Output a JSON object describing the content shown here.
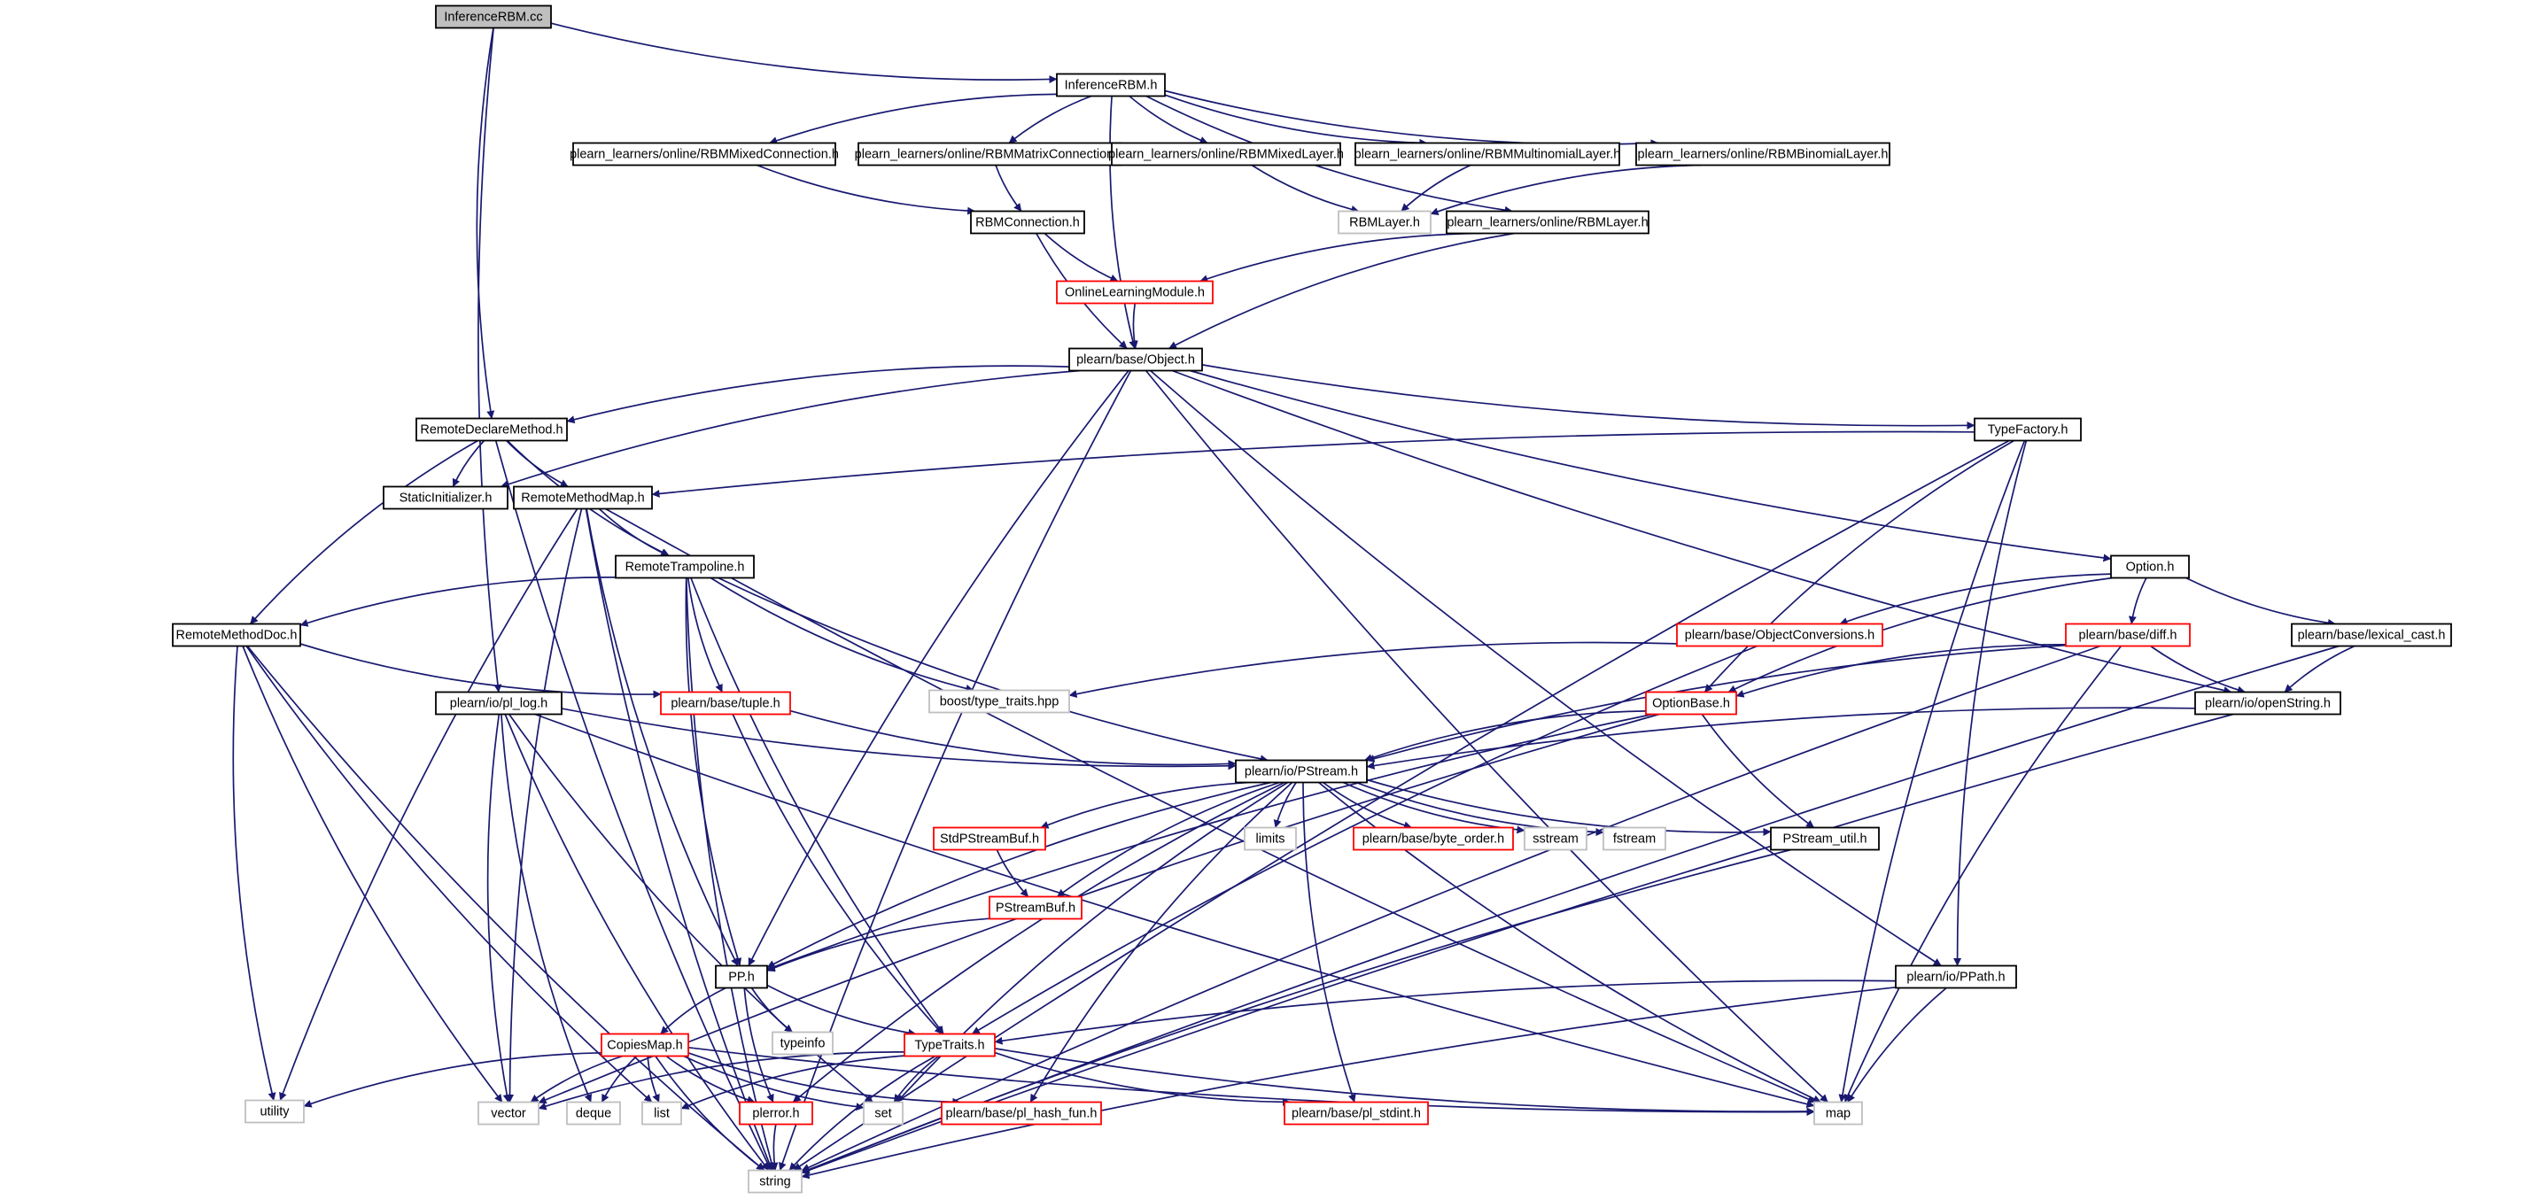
{
  "colors": {
    "edge": "#191970",
    "border_default": "#000000",
    "border_truncated": "#ff0000",
    "border_external": "#bfbfbf",
    "fill_default": "#ffffff",
    "fill_root": "#bfbfbf"
  },
  "nodes": [
    {
      "id": "InferenceRBM.cc",
      "label": "InferenceRBM.cc",
      "kind": "root"
    },
    {
      "id": "InferenceRBM.h",
      "label": "InferenceRBM.h",
      "kind": "default"
    },
    {
      "id": "RBMMixedConnection.h",
      "label": "plearn_learners/online/RBMMixedConnection.h",
      "kind": "default"
    },
    {
      "id": "RBMMatrixConnection.h",
      "label": "plearn_learners/online/RBMMatrixConnection.h",
      "kind": "default"
    },
    {
      "id": "RBMMixedLayer.h",
      "label": "plearn_learners/online/RBMMixedLayer.h",
      "kind": "default"
    },
    {
      "id": "RBMMultinomialLayer.h",
      "label": "plearn_learners/online/RBMMultinomialLayer.h",
      "kind": "default"
    },
    {
      "id": "RBMBinomialLayer.h",
      "label": "plearn_learners/online/RBMBinomialLayer.h",
      "kind": "default"
    },
    {
      "id": "RBMLayer.h",
      "label": "RBMLayer.h",
      "kind": "external"
    },
    {
      "id": "RBMConnection.h",
      "label": "RBMConnection.h",
      "kind": "default"
    },
    {
      "id": "online_RBMLayer.h",
      "label": "plearn_learners/online/RBMLayer.h",
      "kind": "default"
    },
    {
      "id": "OnlineLearningModule.h",
      "label": "OnlineLearningModule.h",
      "kind": "truncated"
    },
    {
      "id": "Object.h",
      "label": "plearn/base/Object.h",
      "kind": "default"
    },
    {
      "id": "RemoteDeclareMethod.h",
      "label": "RemoteDeclareMethod.h",
      "kind": "default"
    },
    {
      "id": "TypeFactory.h",
      "label": "TypeFactory.h",
      "kind": "default"
    },
    {
      "id": "StaticInitializer.h",
      "label": "StaticInitializer.h",
      "kind": "default"
    },
    {
      "id": "RemoteMethodMap.h",
      "label": "RemoteMethodMap.h",
      "kind": "default"
    },
    {
      "id": "RemoteTrampoline.h",
      "label": "RemoteTrampoline.h",
      "kind": "default"
    },
    {
      "id": "Option.h",
      "label": "Option.h",
      "kind": "default"
    },
    {
      "id": "RemoteMethodDoc.h",
      "label": "RemoteMethodDoc.h",
      "kind": "default"
    },
    {
      "id": "ObjectConversions.h",
      "label": "plearn/base/ObjectConversions.h",
      "kind": "truncated"
    },
    {
      "id": "diff.h",
      "label": "plearn/base/diff.h",
      "kind": "truncated"
    },
    {
      "id": "lexical_cast.h",
      "label": "plearn/base/lexical_cast.h",
      "kind": "default"
    },
    {
      "id": "boost_type_traits.hpp",
      "label": "boost/type_traits.hpp",
      "kind": "external"
    },
    {
      "id": "tuple.h",
      "label": "plearn/base/tuple.h",
      "kind": "truncated"
    },
    {
      "id": "pl_log.h",
      "label": "plearn/io/pl_log.h",
      "kind": "default"
    },
    {
      "id": "OptionBase.h",
      "label": "OptionBase.h",
      "kind": "truncated"
    },
    {
      "id": "openString.h",
      "label": "plearn/io/openString.h",
      "kind": "default"
    },
    {
      "id": "PStream.h",
      "label": "plearn/io/PStream.h",
      "kind": "default"
    },
    {
      "id": "StdPStreamBuf.h",
      "label": "StdPStreamBuf.h",
      "kind": "truncated"
    },
    {
      "id": "limits",
      "label": "limits",
      "kind": "external"
    },
    {
      "id": "byte_order.h",
      "label": "plearn/base/byte_order.h",
      "kind": "truncated"
    },
    {
      "id": "sstream",
      "label": "sstream",
      "kind": "external"
    },
    {
      "id": "fstream",
      "label": "fstream",
      "kind": "external"
    },
    {
      "id": "PStream_util.h",
      "label": "PStream_util.h",
      "kind": "default"
    },
    {
      "id": "PStreamBuf.h",
      "label": "PStreamBuf.h",
      "kind": "truncated"
    },
    {
      "id": "PP.h",
      "label": "PP.h",
      "kind": "default"
    },
    {
      "id": "PPath.h",
      "label": "plearn/io/PPath.h",
      "kind": "default"
    },
    {
      "id": "typeinfo",
      "label": "typeinfo",
      "kind": "external"
    },
    {
      "id": "CopiesMap.h",
      "label": "CopiesMap.h",
      "kind": "truncated"
    },
    {
      "id": "TypeTraits.h",
      "label": "TypeTraits.h",
      "kind": "truncated"
    },
    {
      "id": "utility",
      "label": "utility",
      "kind": "external"
    },
    {
      "id": "vector",
      "label": "vector",
      "kind": "external"
    },
    {
      "id": "deque",
      "label": "deque",
      "kind": "external"
    },
    {
      "id": "list",
      "label": "list",
      "kind": "external"
    },
    {
      "id": "plerror.h",
      "label": "plerror.h",
      "kind": "truncated"
    },
    {
      "id": "set",
      "label": "set",
      "kind": "external"
    },
    {
      "id": "pl_hash_fun.h",
      "label": "plearn/base/pl_hash_fun.h",
      "kind": "truncated"
    },
    {
      "id": "pl_stdint.h",
      "label": "plearn/base/pl_stdint.h",
      "kind": "truncated"
    },
    {
      "id": "map",
      "label": "map",
      "kind": "external"
    },
    {
      "id": "string",
      "label": "string",
      "kind": "external"
    }
  ],
  "edges": [
    [
      "InferenceRBM.cc",
      "InferenceRBM.h"
    ],
    [
      "InferenceRBM.cc",
      "RemoteDeclareMethod.h"
    ],
    [
      "InferenceRBM.cc",
      "pl_log.h"
    ],
    [
      "InferenceRBM.h",
      "RBMMixedConnection.h"
    ],
    [
      "InferenceRBM.h",
      "RBMMatrixConnection.h"
    ],
    [
      "InferenceRBM.h",
      "RBMMixedLayer.h"
    ],
    [
      "InferenceRBM.h",
      "RBMMultinomialLayer.h"
    ],
    [
      "InferenceRBM.h",
      "RBMBinomialLayer.h"
    ],
    [
      "InferenceRBM.h",
      "online_RBMLayer.h"
    ],
    [
      "InferenceRBM.h",
      "Object.h"
    ],
    [
      "RBMMixedConnection.h",
      "RBMConnection.h"
    ],
    [
      "RBMMatrixConnection.h",
      "RBMConnection.h"
    ],
    [
      "RBMMixedLayer.h",
      "RBMLayer.h"
    ],
    [
      "RBMMultinomialLayer.h",
      "RBMLayer.h"
    ],
    [
      "RBMBinomialLayer.h",
      "RBMLayer.h"
    ],
    [
      "RBMConnection.h",
      "OnlineLearningModule.h"
    ],
    [
      "RBMConnection.h",
      "Object.h"
    ],
    [
      "online_RBMLayer.h",
      "OnlineLearningModule.h"
    ],
    [
      "online_RBMLayer.h",
      "Object.h"
    ],
    [
      "OnlineLearningModule.h",
      "Object.h"
    ],
    [
      "Object.h",
      "RemoteDeclareMethod.h"
    ],
    [
      "Object.h",
      "StaticInitializer.h"
    ],
    [
      "Object.h",
      "TypeFactory.h"
    ],
    [
      "Object.h",
      "Option.h"
    ],
    [
      "Object.h",
      "openString.h"
    ],
    [
      "Object.h",
      "PPath.h"
    ],
    [
      "Object.h",
      "PP.h"
    ],
    [
      "Object.h",
      "map"
    ],
    [
      "Object.h",
      "string"
    ],
    [
      "RemoteDeclareMethod.h",
      "StaticInitializer.h"
    ],
    [
      "RemoteDeclareMethod.h",
      "RemoteMethodMap.h"
    ],
    [
      "RemoteDeclareMethod.h",
      "RemoteTrampoline.h"
    ],
    [
      "RemoteDeclareMethod.h",
      "RemoteMethodDoc.h"
    ],
    [
      "RemoteDeclareMethod.h",
      "string"
    ],
    [
      "TypeFactory.h",
      "RemoteMethodMap.h"
    ],
    [
      "TypeFactory.h",
      "OptionBase.h"
    ],
    [
      "TypeFactory.h",
      "PPath.h"
    ],
    [
      "TypeFactory.h",
      "map"
    ],
    [
      "TypeFactory.h",
      "string"
    ],
    [
      "RemoteMethodMap.h",
      "RemoteTrampoline.h"
    ],
    [
      "RemoteMethodMap.h",
      "PP.h"
    ],
    [
      "RemoteMethodMap.h",
      "utility"
    ],
    [
      "RemoteMethodMap.h",
      "vector"
    ],
    [
      "RemoteMethodMap.h",
      "map"
    ],
    [
      "RemoteMethodMap.h",
      "string"
    ],
    [
      "RemoteTrampoline.h",
      "RemoteMethodDoc.h"
    ],
    [
      "RemoteTrampoline.h",
      "tuple.h"
    ],
    [
      "RemoteTrampoline.h",
      "boost_type_traits.hpp"
    ],
    [
      "RemoteTrampoline.h",
      "PStream.h"
    ],
    [
      "RemoteTrampoline.h",
      "PP.h"
    ],
    [
      "RemoteTrampoline.h",
      "TypeTraits.h"
    ],
    [
      "RemoteTrampoline.h",
      "string"
    ],
    [
      "RemoteMethodDoc.h",
      "tuple.h"
    ],
    [
      "RemoteMethodDoc.h",
      "list"
    ],
    [
      "RemoteMethodDoc.h",
      "vector"
    ],
    [
      "RemoteMethodDoc.h",
      "utility"
    ],
    [
      "RemoteMethodDoc.h",
      "string"
    ],
    [
      "Option.h",
      "ObjectConversions.h"
    ],
    [
      "Option.h",
      "diff.h"
    ],
    [
      "Option.h",
      "lexical_cast.h"
    ],
    [
      "Option.h",
      "OptionBase.h"
    ],
    [
      "ObjectConversions.h",
      "boost_type_traits.hpp"
    ],
    [
      "ObjectConversions.h",
      "TypeTraits.h"
    ],
    [
      "diff.h",
      "OptionBase.h"
    ],
    [
      "diff.h",
      "openString.h"
    ],
    [
      "diff.h",
      "PStream.h"
    ],
    [
      "diff.h",
      "map"
    ],
    [
      "diff.h",
      "string"
    ],
    [
      "lexical_cast.h",
      "openString.h"
    ],
    [
      "lexical_cast.h",
      "string"
    ],
    [
      "tuple.h",
      "PStream.h"
    ],
    [
      "tuple.h",
      "TypeTraits.h"
    ],
    [
      "pl_log.h",
      "PStream.h"
    ],
    [
      "pl_log.h",
      "map"
    ],
    [
      "pl_log.h",
      "vector"
    ],
    [
      "pl_log.h",
      "deque"
    ],
    [
      "pl_log.h",
      "set"
    ],
    [
      "pl_log.h",
      "string"
    ],
    [
      "OptionBase.h",
      "PStream.h"
    ],
    [
      "OptionBase.h",
      "PStream_util.h"
    ],
    [
      "OptionBase.h",
      "PP.h"
    ],
    [
      "OptionBase.h",
      "vector"
    ],
    [
      "openString.h",
      "PStream.h"
    ],
    [
      "openString.h",
      "string"
    ],
    [
      "PStream.h",
      "StdPStreamBuf.h"
    ],
    [
      "PStream.h",
      "limits"
    ],
    [
      "PStream.h",
      "byte_order.h"
    ],
    [
      "PStream.h",
      "sstream"
    ],
    [
      "PStream.h",
      "fstream"
    ],
    [
      "PStream.h",
      "PStream_util.h"
    ],
    [
      "PStream.h",
      "PStreamBuf.h"
    ],
    [
      "PStream.h",
      "PP.h"
    ],
    [
      "PStream.h",
      "plerror.h"
    ],
    [
      "PStream.h",
      "set"
    ],
    [
      "PStream.h",
      "pl_hash_fun.h"
    ],
    [
      "PStream.h",
      "pl_stdint.h"
    ],
    [
      "PStream.h",
      "map"
    ],
    [
      "StdPStreamBuf.h",
      "PStreamBuf.h"
    ],
    [
      "PStreamBuf.h",
      "PP.h"
    ],
    [
      "PStream_util.h",
      "string"
    ],
    [
      "PP.h",
      "CopiesMap.h"
    ],
    [
      "PP.h",
      "typeinfo"
    ],
    [
      "PP.h",
      "TypeTraits.h"
    ],
    [
      "PP.h",
      "plerror.h"
    ],
    [
      "PPath.h",
      "TypeTraits.h"
    ],
    [
      "PPath.h",
      "map"
    ],
    [
      "PPath.h",
      "string"
    ],
    [
      "CopiesMap.h",
      "utility"
    ],
    [
      "CopiesMap.h",
      "vector"
    ],
    [
      "CopiesMap.h",
      "deque"
    ],
    [
      "CopiesMap.h",
      "list"
    ],
    [
      "CopiesMap.h",
      "plerror.h"
    ],
    [
      "CopiesMap.h",
      "set"
    ],
    [
      "CopiesMap.h",
      "pl_hash_fun.h"
    ],
    [
      "CopiesMap.h",
      "map"
    ],
    [
      "CopiesMap.h",
      "string"
    ],
    [
      "TypeTraits.h",
      "vector"
    ],
    [
      "TypeTraits.h",
      "list"
    ],
    [
      "TypeTraits.h",
      "set"
    ],
    [
      "TypeTraits.h",
      "pl_stdint.h"
    ],
    [
      "TypeTraits.h",
      "map"
    ],
    [
      "TypeTraits.h",
      "string"
    ],
    [
      "plerror.h",
      "string"
    ]
  ]
}
